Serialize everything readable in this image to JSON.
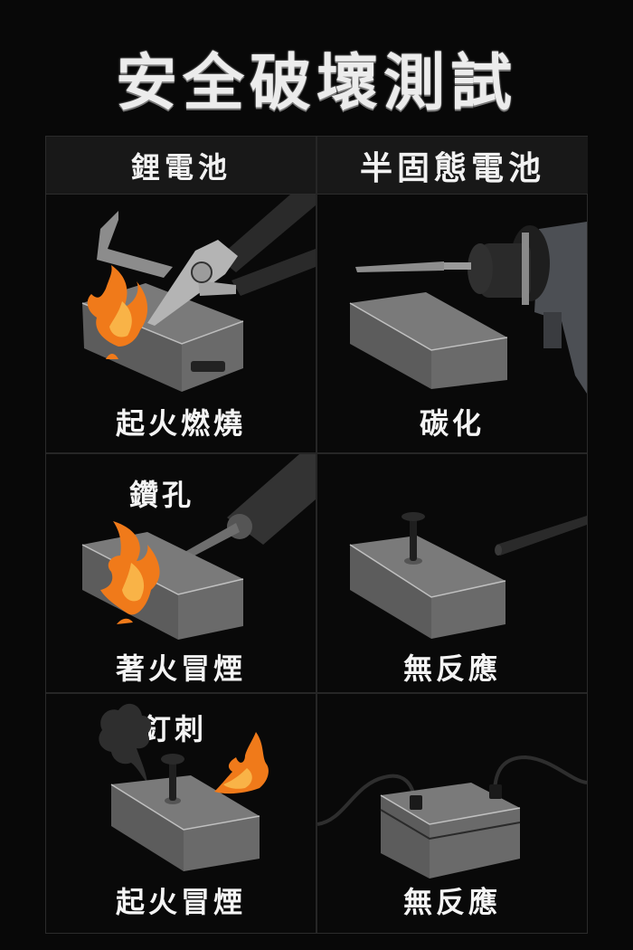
{
  "title": "安全破壞測試",
  "columns": [
    {
      "label": "鋰電池",
      "type": "lithium"
    },
    {
      "label": "半固態電池",
      "type": "semi-solid"
    }
  ],
  "rows": [
    {
      "method": "",
      "tool_icon": "pliers-icon",
      "lithium": {
        "result": "起火燃燒",
        "effect": "fire"
      },
      "semi_solid": {
        "result": "碳化",
        "effect": "none",
        "tool_icon": "drill-icon"
      }
    },
    {
      "method": "鑽孔",
      "tool_icon": "drill-icon",
      "lithium": {
        "result": "著火冒煙",
        "effect": "fire"
      },
      "semi_solid": {
        "result": "無反應",
        "effect": "none",
        "tool_icon": "nail-icon"
      }
    },
    {
      "method": "釘刺",
      "tool_icon": "nail-icon",
      "lithium": {
        "result": "起火冒煙",
        "effect": "fire-and-smoke"
      },
      "semi_solid": {
        "result": "無反應",
        "effect": "none",
        "tool_icon": "cable-icon"
      }
    }
  ],
  "colors": {
    "background": "#080808",
    "header_bg": "#181818",
    "grid_line": "#262626",
    "battery_gray": "#6e6e6e",
    "flame_orange": "#f07a1a",
    "flame_yellow": "#f9b347",
    "text": "#f2f2f2"
  }
}
